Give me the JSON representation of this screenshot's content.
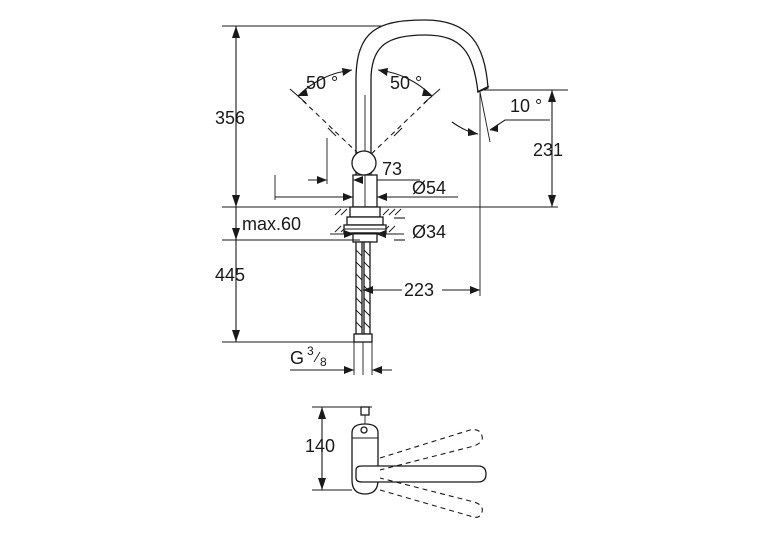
{
  "drawing": {
    "dimensions": {
      "height_total": "356",
      "spout_height": "231",
      "angle_left": "50 °",
      "angle_right": "50 °",
      "spout_angle": "10 °",
      "handle_offset": "73",
      "body_diameter": "Ø54",
      "mount_diameter": "Ø34",
      "max_deck": "max.60",
      "hose_length": "445",
      "spout_reach": "223",
      "connection_prefix": "G",
      "connection_num": "3",
      "connection_den": "8",
      "top_view_depth": "140"
    }
  }
}
